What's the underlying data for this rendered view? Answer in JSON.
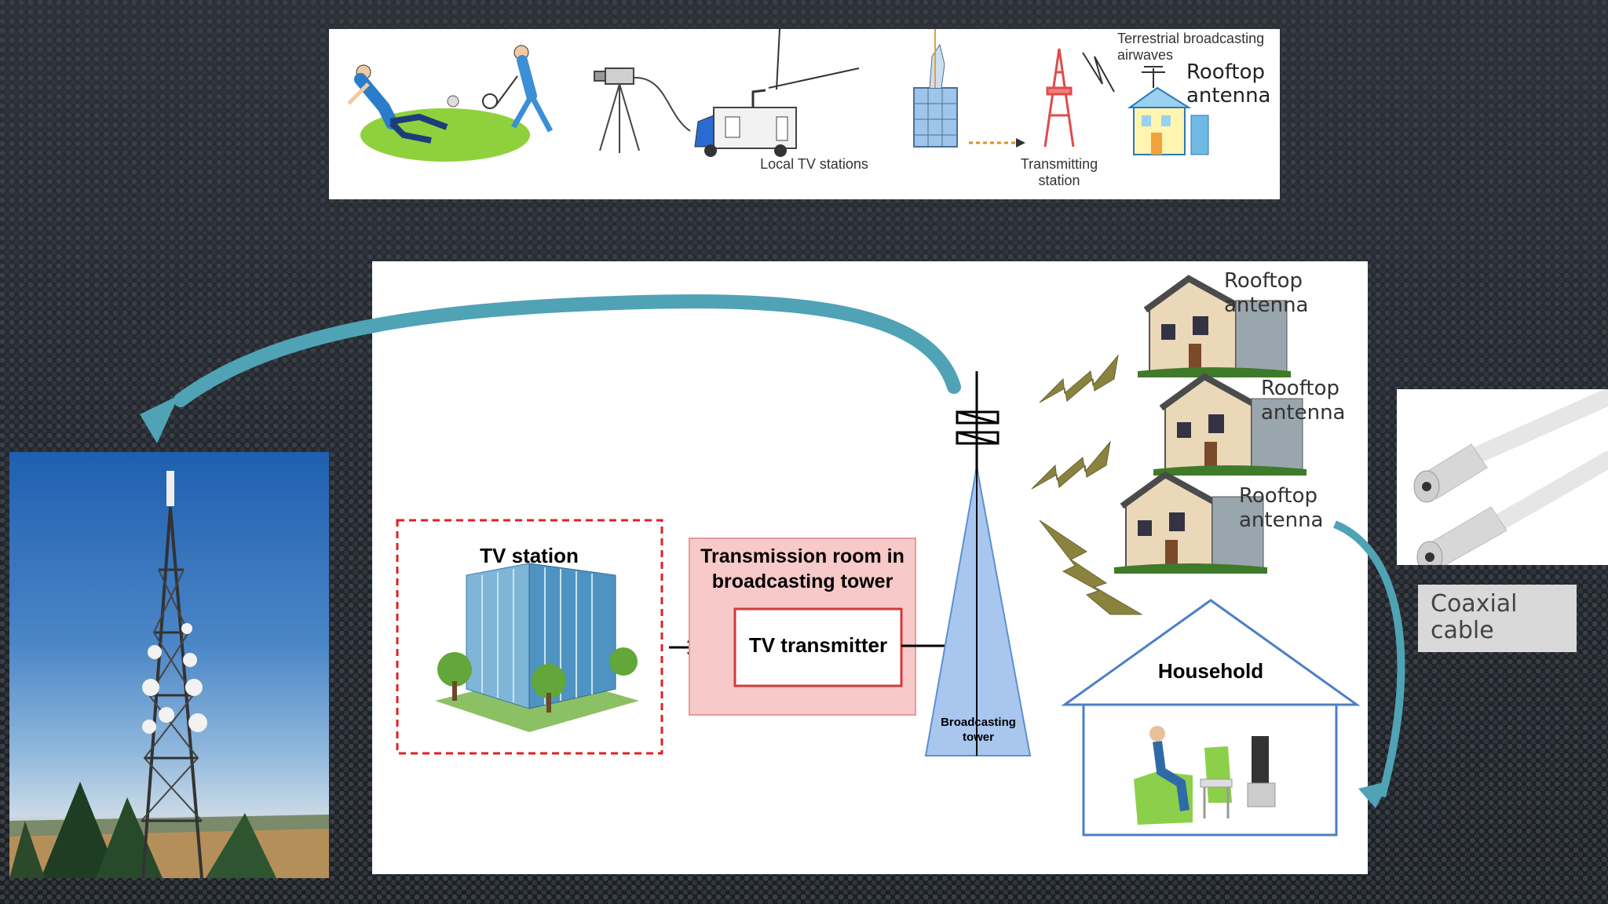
{
  "top_strip": {
    "local_tv_stations": "Local TV stations",
    "transmitting_station": "Transmitting station",
    "airwaves": "Terrestrial broadcasting airwaves",
    "rooftop_antenna": "Rooftop antenna"
  },
  "diagram": {
    "tv_station": "TV station",
    "transmission_room": "Transmission room in broadcasting tower",
    "tv_transmitter": "TV transmitter",
    "broadcasting_tower": "Broadcasting tower",
    "household": "Household",
    "rooftop_labels": [
      "Rooftop antenna",
      "Rooftop antenna",
      "Rooftop antenna"
    ]
  },
  "coax": {
    "label": "Coaxial cable"
  },
  "colors": {
    "teal_arrow": "#4fa3b5",
    "lightning": "#8a8340",
    "tower_blue": "#7fa9e0",
    "room_pink": "#f6c6c6",
    "station_border": "#e02020"
  }
}
